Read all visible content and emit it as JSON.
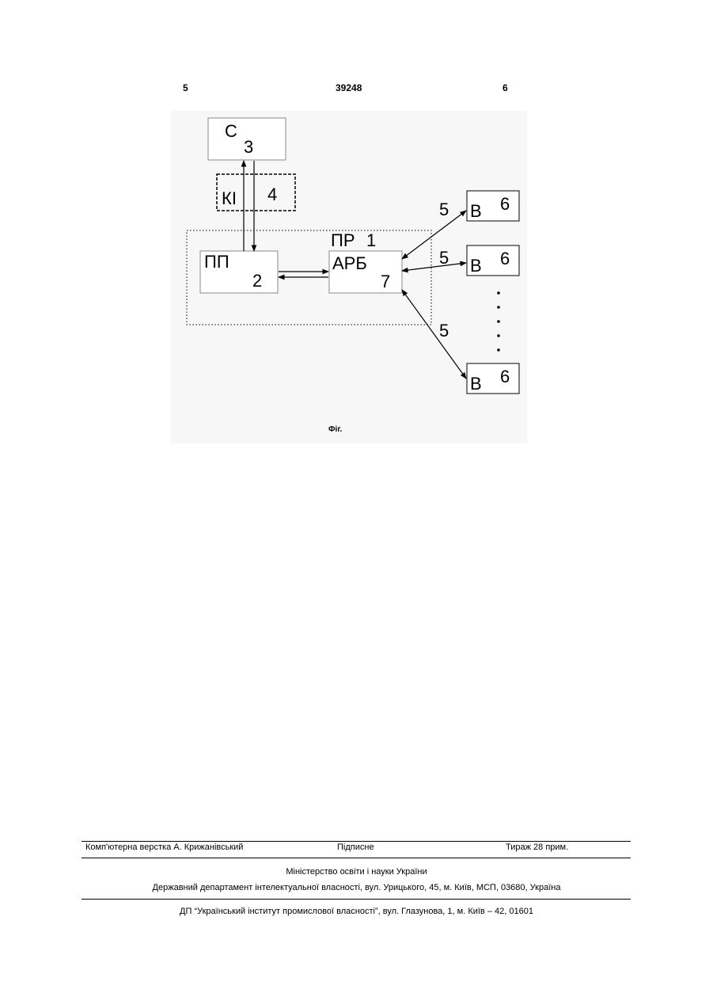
{
  "header": {
    "left_page": "5",
    "patent_number": "39248",
    "right_page": "6"
  },
  "figure": {
    "server": {
      "letter": "С",
      "number": "3"
    },
    "channel": {
      "letter": "КІ",
      "number": "4"
    },
    "processor": {
      "letter": "ПР",
      "number": "1"
    },
    "pp_block": {
      "letter": "ПП",
      "number": "2"
    },
    "arb_block": {
      "letter": "АРБ",
      "number": "7"
    },
    "links": [
      "5",
      "5",
      "5"
    ],
    "devices": [
      {
        "letter": "В",
        "number": "6"
      },
      {
        "letter": "В",
        "number": "6"
      },
      {
        "letter": "В",
        "number": "6"
      }
    ],
    "caption": "Фіг."
  },
  "footer": {
    "composer": "Комп'ютерна верстка А. Крижанівський",
    "signed": "Підписне",
    "circulation": "Тираж 28 прим.",
    "ministry": "Міністерство освіти і науки України",
    "department": "Державний департамент інтелектуальної власності, вул. Урицького, 45, м. Київ, МСП, 03680, Україна",
    "institute": "ДП “Український інститут промислової власності”, вул. Глазунова, 1, м. Київ – 42, 01601"
  }
}
